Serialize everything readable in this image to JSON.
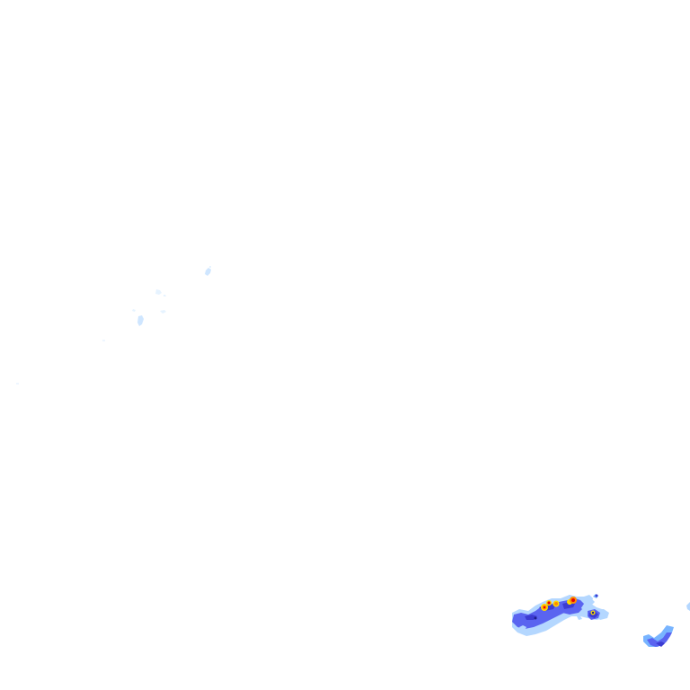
{
  "map": {
    "background_color": "#ffffff",
    "layer": "radar-reflectivity",
    "legend_visible": false,
    "labels_visible": false
  },
  "echo_colors": {
    "very_light": "#e6f3ff",
    "light": "#b4d7ff",
    "light_blue": "#78b4ff",
    "blue": "#5a64f0",
    "deep_blue": "#3c3cd2",
    "navy": "#1e1e8c",
    "yellow": "#ffdc00",
    "orange": "#ff8c00",
    "red": "#e60000"
  },
  "echo_regions": [
    {
      "name": "faint-echo-west-1",
      "intensity": "very_light"
    },
    {
      "name": "faint-echo-west-2",
      "intensity": "very_light"
    },
    {
      "name": "faint-echo-west-3",
      "intensity": "very_light"
    },
    {
      "name": "faint-echo-west-4",
      "intensity": "very_light"
    },
    {
      "name": "main-storm-band",
      "intensity": "red"
    },
    {
      "name": "secondary-cell-east",
      "intensity": "blue"
    },
    {
      "name": "edge-echo-east",
      "intensity": "light"
    }
  ]
}
